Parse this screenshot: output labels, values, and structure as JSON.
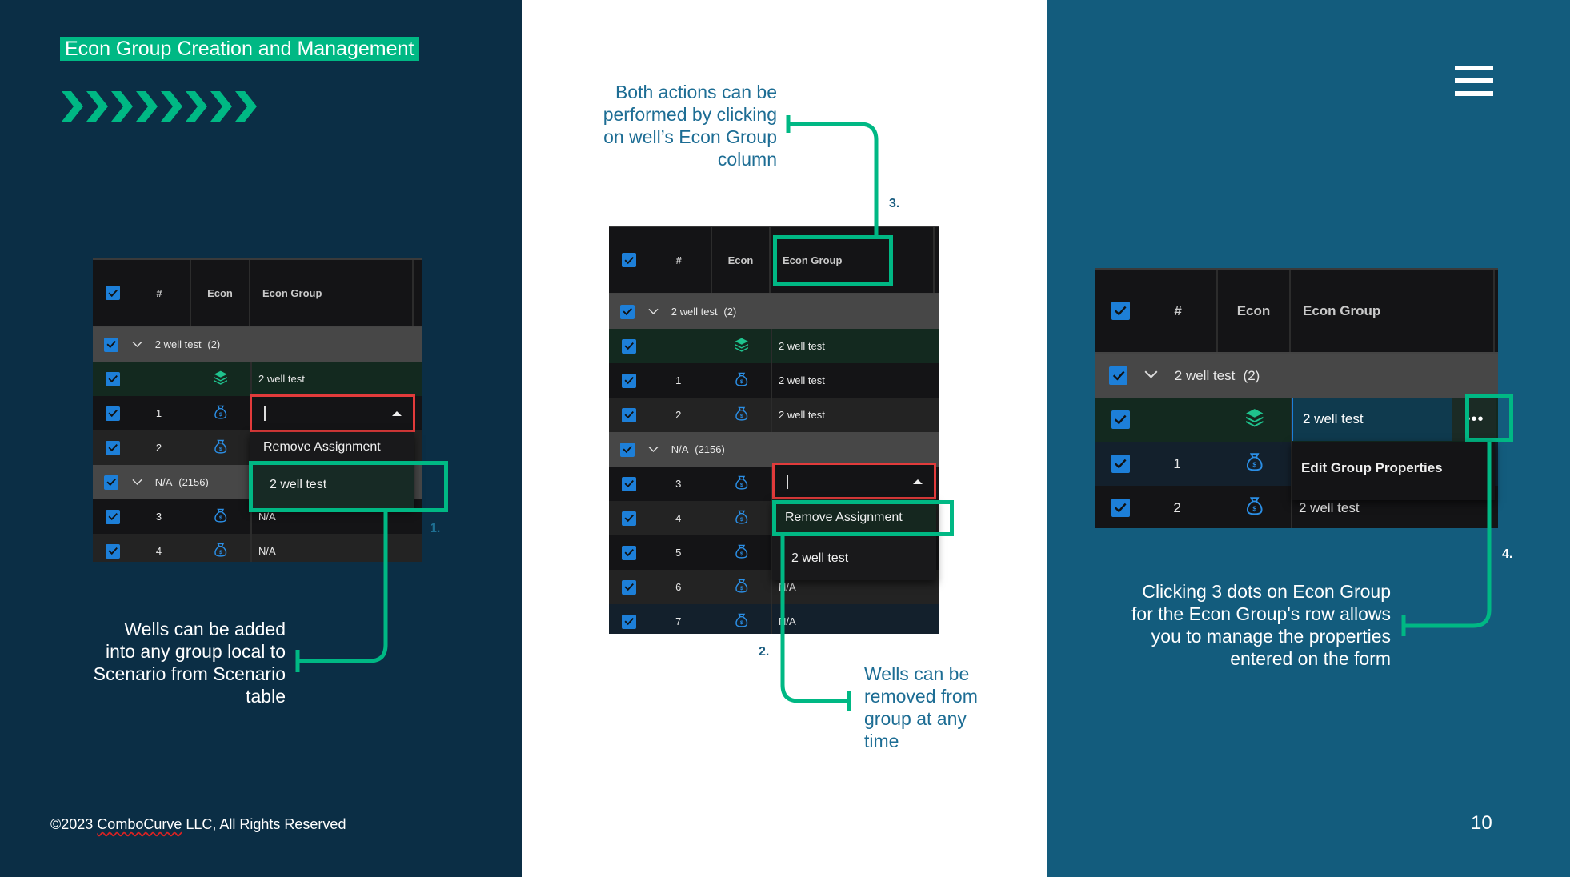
{
  "slide": {
    "title": "Econ Group Creation and Management",
    "chevron_count": 8,
    "copyright_prefix": "©2023 ",
    "copyright_brand": "CombоCurve",
    "copyright_suffix": " LLC, All Rights Reserved",
    "page_number": "10",
    "menu_icon": "hamburger-icon"
  },
  "colors": {
    "left_bg": "#0b2e45",
    "right_bg": "#135c7d",
    "accent": "#00b884",
    "note_blue": "#1d6d94",
    "checkbox": "#1d7fd8",
    "error_border": "#e23b3b"
  },
  "notes": {
    "left": [
      "Wells can be added",
      "into any group local to",
      "Scenario from Scenario",
      "table"
    ],
    "middle_top": [
      "Both actions can be",
      "performed by clicking",
      "on well’s Econ Group",
      "column"
    ],
    "middle_bottom": [
      "Wells can be",
      "removed from",
      "group at any",
      "time"
    ],
    "right": [
      "Clicking 3 dots on Econ Group",
      "for the Econ Group's row allows",
      "you to manage the properties",
      "entered on the form"
    ]
  },
  "steps": {
    "s1": "1.",
    "s2": "2.",
    "s3": "3.",
    "s4": "4."
  },
  "tables": {
    "left": {
      "headers": [
        "#",
        "Econ",
        "Econ Group"
      ],
      "rows": [
        {
          "type": "group",
          "label": "2 well test",
          "count": "(2)"
        },
        {
          "type": "grouprow",
          "value": "2 well test"
        },
        {
          "type": "row",
          "num": "1",
          "value": ""
        },
        {
          "type": "row",
          "num": "2",
          "value": ""
        },
        {
          "type": "group",
          "label": "N/A",
          "count": "(2156)"
        },
        {
          "type": "row",
          "num": "3",
          "value": "N/A"
        },
        {
          "type": "row",
          "num": "4",
          "value": "N/A"
        }
      ],
      "menu": [
        "Remove Assignment",
        "2 well test"
      ]
    },
    "middle": {
      "headers": [
        "#",
        "Econ",
        "Econ Group"
      ],
      "rows": [
        {
          "type": "group",
          "label": "2 well test",
          "count": "(2)"
        },
        {
          "type": "grouprow",
          "value": "2 well test"
        },
        {
          "type": "row",
          "num": "1",
          "value": "2 well test"
        },
        {
          "type": "row",
          "num": "2",
          "value": "2 well test"
        },
        {
          "type": "group",
          "label": "N/A",
          "count": "(2156)"
        },
        {
          "type": "row",
          "num": "3",
          "value": ""
        },
        {
          "type": "row",
          "num": "4",
          "value": ""
        },
        {
          "type": "row",
          "num": "5",
          "value": ""
        },
        {
          "type": "row",
          "num": "6",
          "value": "N/A"
        },
        {
          "type": "row",
          "num": "7",
          "value": "N/A",
          "selected": true
        }
      ],
      "menu": [
        "Remove Assignment",
        "2 well test"
      ]
    },
    "right": {
      "headers": [
        "#",
        "Econ",
        "Econ Group"
      ],
      "rows": [
        {
          "type": "group",
          "label": "2 well test",
          "count": "(2)"
        },
        {
          "type": "grouprow",
          "value": ""
        },
        {
          "type": "row",
          "num": "1",
          "value": "",
          "selected": true
        },
        {
          "type": "row",
          "num": "2",
          "value": "2 well test"
        }
      ],
      "active_cell": "2 well test",
      "more_icon": "more-horizontal-icon",
      "menu": [
        "Edit Group Properties"
      ]
    }
  }
}
